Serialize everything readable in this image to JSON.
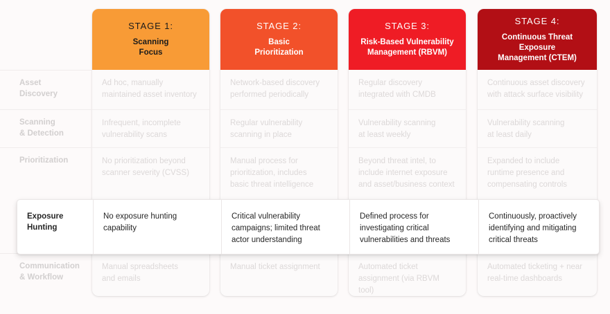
{
  "colors": {
    "background": "#fdfafa",
    "stage1": "#F89B36",
    "stage2": "#F2512A",
    "stage3": "#EF1C25",
    "stage4": "#B20F15",
    "muted_text": "#dcd8d8",
    "highlight_text": "#262626"
  },
  "columns": [
    {
      "stage_label": "STAGE 1:",
      "stage_name": "Scanning\nFocus"
    },
    {
      "stage_label": "STAGE 2:",
      "stage_name": "Basic\nPrioritization"
    },
    {
      "stage_label": "STAGE 3:",
      "stage_name": "Risk-Based Vulnerability\nManagement (RBVM)"
    },
    {
      "stage_label": "STAGE 4:",
      "stage_name": "Continuous Threat Exposure\nManagement (CTEM)"
    }
  ],
  "rows": [
    {
      "label": "Asset\nDiscovery",
      "highlighted": false,
      "cells": [
        "Ad hoc, manually\nmaintained asset inventory",
        "Network-based discovery\nperformed periodically",
        "Regular discovery\nintegrated with CMDB",
        "Continuous asset discovery\nwith attack surface visibility"
      ]
    },
    {
      "label": "Scanning\n& Detection",
      "highlighted": false,
      "cells": [
        "Infrequent, incomplete\nvulnerability scans",
        "Regular vulnerability\nscanning in place",
        "Vulnerability scanning\nat least weekly",
        "Vulnerability scanning\nat least daily"
      ]
    },
    {
      "label": "Prioritization",
      "highlighted": false,
      "cells": [
        "No prioritization beyond\nscanner severity (CVSS)",
        "Manual process for\nprioritization, includes\nbasic threat intelligence",
        "Beyond threat intel, to\ninclude internet exposure\nand asset/business context",
        "Expanded to include\nruntime presence and\ncompensating controls"
      ]
    },
    {
      "label": "Exposure\nHunting",
      "highlighted": true,
      "cells": [
        "No exposure hunting\ncapability",
        "Critical vulnerability\ncampaigns; limited threat\nactor understanding",
        "Defined process for\ninvestigating critical\nvulnerabilities and threats",
        "Continuously, proactively\nidentifying and mitigating\ncritical threats"
      ]
    },
    {
      "label": "Communication\n& Workflow",
      "highlighted": false,
      "cells": [
        "Manual spreadsheets\nand emails",
        "Manual ticket assignment",
        "Automated ticket\nassignment (via RBVM tool)",
        "Automated ticketing + near\nreal-time dashboards"
      ]
    }
  ]
}
